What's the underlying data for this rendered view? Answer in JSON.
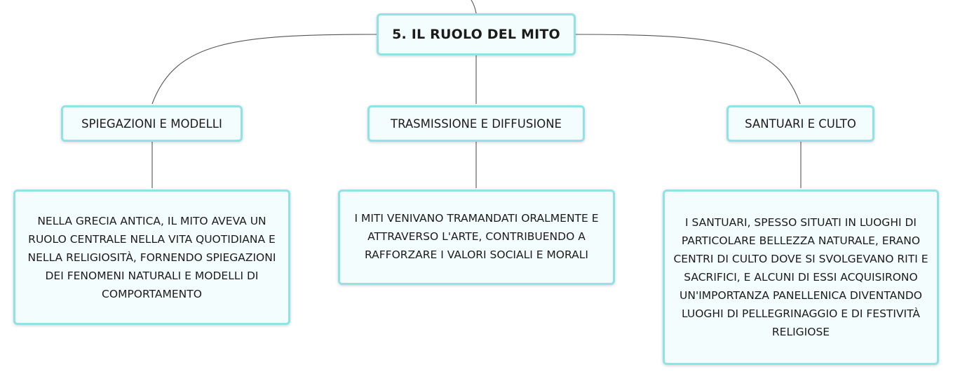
{
  "root": {
    "label": "5. IL RUOLO DEL MITO"
  },
  "topics": [
    {
      "label": "SPIEGAZIONI E MODELLI",
      "description": "NELLA GRECIA ANTICA, IL MITO AVEVA UN RUOLO CENTRALE NELLA VITA QUOTIDIANA E NELLA RELIGIOSITÀ, FORNENDO SPIEGAZIONI DEI FENOMENI NATURALI E MODELLI DI COMPORTAMENTO"
    },
    {
      "label": "TRASMISSIONE E DIFFUSIONE",
      "description": "I MITI VENIVANO TRAMANDATI ORALMENTE E ATTRAVERSO L'ARTE, CONTRIBUENDO A RAFFORZARE I VALORI SOCIALI E MORALI"
    },
    {
      "label": "SANTUARI E CULTO",
      "description": "I SANTUARI, SPESSO SITUATI IN LUOGHI DI PARTICOLARE BELLEZZA NATURALE, ERANO CENTRI DI CULTO DOVE SI SVOLGEVANO RITI E SACRIFICI, E ALCUNI DI ESSI ACQUISIRONO UN'IMPORTANZA PANELLENICA DIVENTANDO LUOGHI DI PELLEGRINAGGIO E DI FESTIVITÀ RELIGIOSE"
    }
  ],
  "colors": {
    "node_border": "#8fe3e6",
    "node_fill": "#f4fdfd",
    "connector": "#555555"
  }
}
